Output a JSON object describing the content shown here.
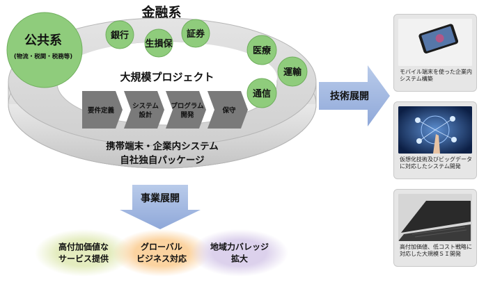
{
  "diagram": {
    "title_finance": "金融系",
    "public_sector": {
      "title": "公共系",
      "subtitle": "(物流・税関・税務等)"
    },
    "finance_items": [
      "銀行",
      "生損保",
      "証券"
    ],
    "other_items": [
      "医療",
      "運輸",
      "通信"
    ],
    "center_title": "大規模プロジェクト",
    "process_steps": [
      "要件定義",
      "システム\n設計",
      "プログラム\n開発",
      "保守"
    ],
    "bottom_line1": "携帯端末・企業内システム",
    "bottom_line2": "自社独自パッケージ",
    "tech_arrow_label": "技術展開",
    "biz_arrow_label": "事業展開",
    "business_items": [
      {
        "text": "高付加価値な\nサービス提供",
        "color": "#e8efc6"
      },
      {
        "text": "グローバル\nビジネス対応",
        "color": "#fbd7a8"
      },
      {
        "text": "地域力バレッジ\n拡大",
        "color": "#ddd3ec"
      }
    ]
  },
  "side_cards": [
    {
      "caption": "モバイル端末を使った企業内システム構築",
      "icon": "smartphone-photo"
    },
    {
      "caption": "仮想化技術及びビッグデータに対応したシステム開発",
      "icon": "cloud-network-photo"
    },
    {
      "caption": "高付加価値、低コスト戦略に対応した大規模ＳＩ開発",
      "icon": "laptop-photo"
    }
  ],
  "colors": {
    "green_circle": "#8fcc7c",
    "ring_gray": "#d8d8d8",
    "chevron_gray": "#7a7a7a",
    "arrow_blue": "#a9bde3"
  }
}
